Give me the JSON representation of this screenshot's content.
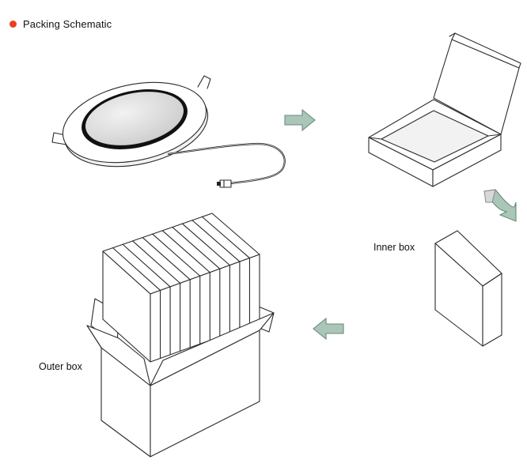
{
  "header": {
    "title": "Packing Schematic",
    "bullet_color": "#e8401f"
  },
  "labels": {
    "inner_box": "Inner box",
    "outer_box": "Outer box"
  },
  "arrows": {
    "fill_color": "#a9c6b8",
    "stroke_color": "#6c8a7b",
    "items": [
      {
        "id": "panel-to-giftbox",
        "direction": "right"
      },
      {
        "id": "giftbox-to-innerbox",
        "direction": "down"
      },
      {
        "id": "innerbox-to-outerbox",
        "direction": "left"
      }
    ]
  },
  "outer_box": {
    "inner_box_count": 11
  },
  "icons": [
    "bullet-dot-icon",
    "led-panel-light-icon",
    "gift-box-open-icon",
    "inner-box-icon",
    "outer-box-icon",
    "arrow-right-icon",
    "arrow-curved-down-icon",
    "arrow-left-icon"
  ]
}
